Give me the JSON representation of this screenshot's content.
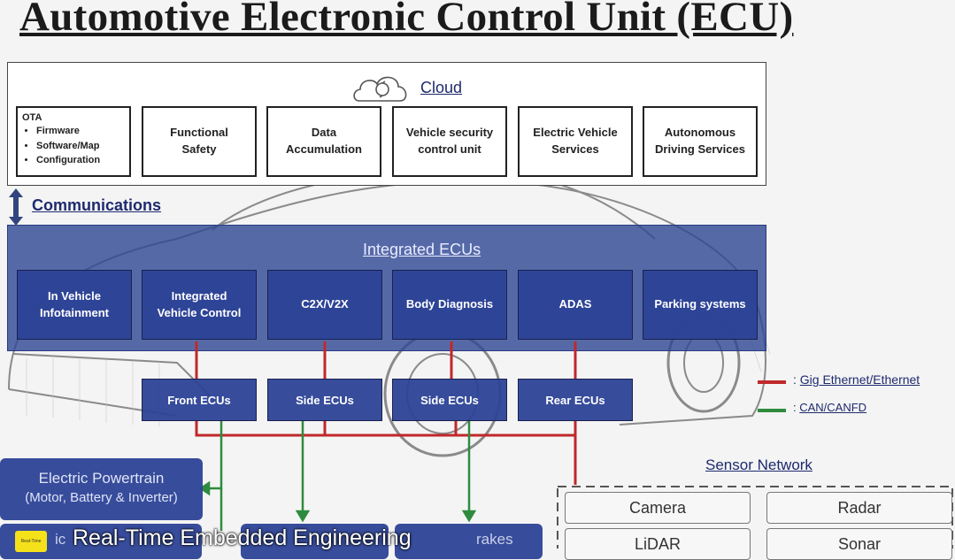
{
  "title": "Automotive Electronic Control Unit (ECU)",
  "cloud": {
    "label": "Cloud",
    "ota": {
      "heading": "OTA",
      "items": [
        "Firmware",
        "Software/Map",
        "Configuration"
      ]
    },
    "services": [
      {
        "line1": "Functional",
        "line2": "Safety"
      },
      {
        "line1": "Data",
        "line2": "Accumulation"
      },
      {
        "line1": "Vehicle security",
        "line2": "control unit"
      },
      {
        "line1": "Electric Vehicle",
        "line2": "Services"
      },
      {
        "line1": "Autonomous",
        "line2": "Driving Services"
      }
    ]
  },
  "communications_label": "Communications",
  "integrated": {
    "title": "Integrated ECUs",
    "modules": [
      {
        "line1": "In Vehicle",
        "line2": "Infotainment"
      },
      {
        "line1": "Integrated",
        "line2": "Vehicle Control"
      },
      {
        "line1": "C2X/V2X",
        "line2": ""
      },
      {
        "line1": "Body Diagnosis",
        "line2": ""
      },
      {
        "line1": "ADAS",
        "line2": ""
      },
      {
        "line1": "Parking systems",
        "line2": ""
      }
    ]
  },
  "zone_ecus": [
    "Front ECUs",
    "Side ECUs",
    "Side ECUs",
    "Rear ECUs"
  ],
  "legend": [
    {
      "label": "Gig Ethernet/Ethernet",
      "color": "#c0282a"
    },
    {
      "label": "CAN/CANFD",
      "color": "#2e8b3e"
    }
  ],
  "powertrain": {
    "title": "Electric Powertrain",
    "subtitle": "(Motor, Battery & Inverter)"
  },
  "bottom_partial": {
    "left": "ic",
    "right": "rakes"
  },
  "sensor_network": {
    "title": "Sensor Network",
    "sensors": [
      "Camera",
      "Radar",
      "LiDAR",
      "Sonar"
    ]
  },
  "watermark": {
    "logo_text": "Real-Time",
    "channel": "Real-Time Embedded Engineering"
  }
}
